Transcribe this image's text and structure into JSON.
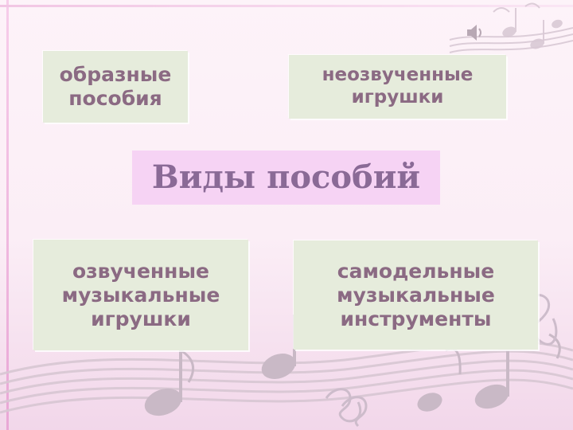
{
  "slide": {
    "boxes": {
      "top_left": "образные\nпособия",
      "top_right": "неозвученные\nигрушки",
      "center": "Виды пособий",
      "bottom_left": "озвученные\nмузыкальные\nигрушки",
      "bottom_right": "самодельные\nмузыкальные\nинструменты"
    },
    "icons": {
      "speaker": "speaker-icon",
      "music_notes": "music-notes-decoration"
    },
    "colors": {
      "box_fill": "#e6ecdc",
      "box_text": "#8b6a83",
      "title_fill": "#f6d3f4",
      "title_text": "#8a6a96"
    }
  }
}
